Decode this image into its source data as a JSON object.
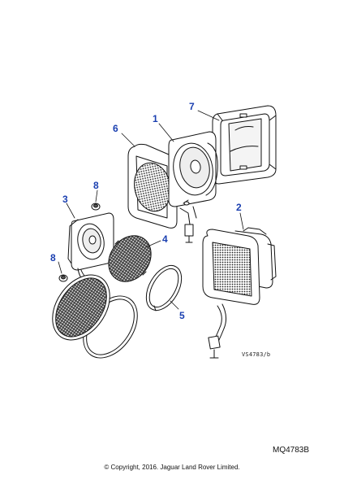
{
  "diagram": {
    "callouts": [
      "1",
      "2",
      "3",
      "4",
      "5",
      "6",
      "7",
      "8",
      "8"
    ],
    "drawing_ref": "VS4783/b",
    "sheet_code": "MQ4783B",
    "copyright": "© Copyright, 2016. Jaguar Land Rover Limited."
  },
  "colors": {
    "callout_blue": "#1a3fb0",
    "line": "#111111"
  }
}
